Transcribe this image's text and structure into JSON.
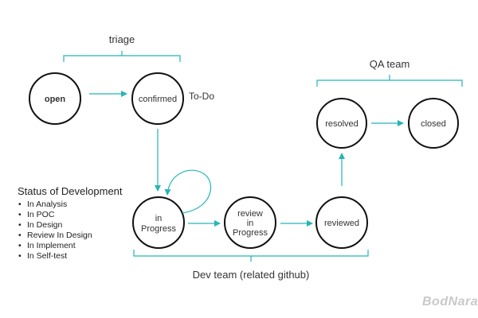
{
  "groups": {
    "triage": "triage",
    "qa_team": "QA team",
    "dev_team": "Dev team (related github)"
  },
  "nodes": {
    "open": "open",
    "confirmed": "confirmed",
    "todo": "To-Do",
    "resolved": "resolved",
    "closed": "closed",
    "in_progress_1": "in",
    "in_progress_2": "Progress",
    "review_1": "review",
    "review_2": "in",
    "review_3": "Progress",
    "reviewed": "reviewed"
  },
  "status": {
    "title": "Status of Development",
    "items": [
      "In Analysis",
      "In POC",
      "In Design",
      "Review In Design",
      "In Implement",
      "In Self-test"
    ]
  },
  "watermark": "BodNara",
  "colors": {
    "arrow": "#26b5b5",
    "node_stroke": "#111111"
  }
}
